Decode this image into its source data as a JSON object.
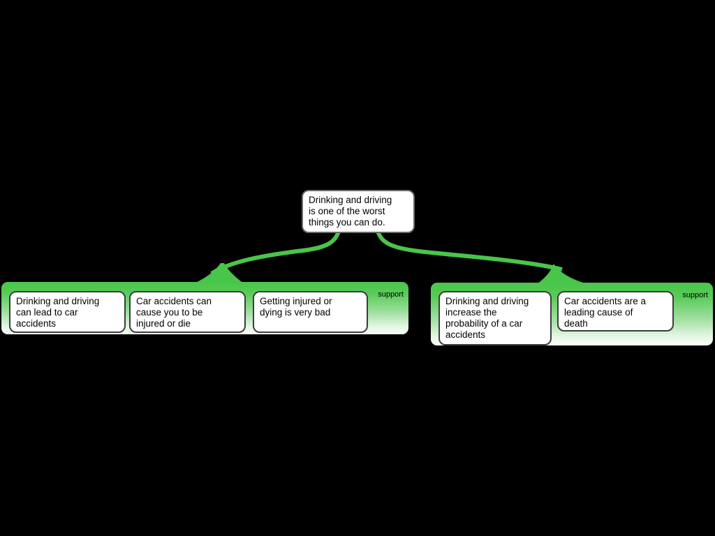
{
  "claim": {
    "text": "Drinking and driving\nis one of the worst\nthings you can do."
  },
  "groups": [
    {
      "label": "support",
      "premises": [
        {
          "text": "Drinking and driving\ncan lead to car\naccidents"
        },
        {
          "text": "Car accidents can\ncause you to be\ninjured or die"
        },
        {
          "text": "Getting injured or\ndying is very bad"
        }
      ]
    },
    {
      "label": "support",
      "premises": [
        {
          "text": "Drinking and driving\nincrease the\nprobability of a car\naccidents"
        },
        {
          "text": "Car accidents are a\nleading cause of\ndeath"
        }
      ]
    }
  ],
  "colors": {
    "background": "#000000",
    "support_green": "#49c549",
    "node_background": "#ffffff",
    "node_border": "#3c3c3c",
    "text": "#000000"
  }
}
